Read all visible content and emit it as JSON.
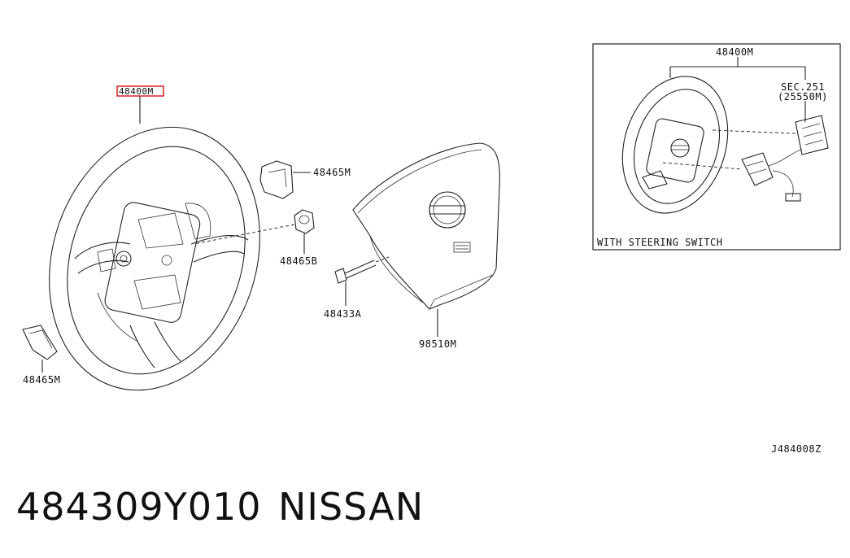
{
  "labels": {
    "wheel_main": "48400M",
    "cover_top": "48465M",
    "nut": "48465B",
    "bolt": "48433A",
    "airbag": "98510M",
    "cover_left": "48465M",
    "inset_wheel": "48400M",
    "inset_sec": "SEC.251",
    "inset_sec_code": "(25550M)",
    "inset_caption": "WITH STEERING SWITCH",
    "diagram_code": "J484008Z"
  },
  "highlight_color": "#d62020",
  "part_number": "484309Y010",
  "brand": "NISSAN"
}
